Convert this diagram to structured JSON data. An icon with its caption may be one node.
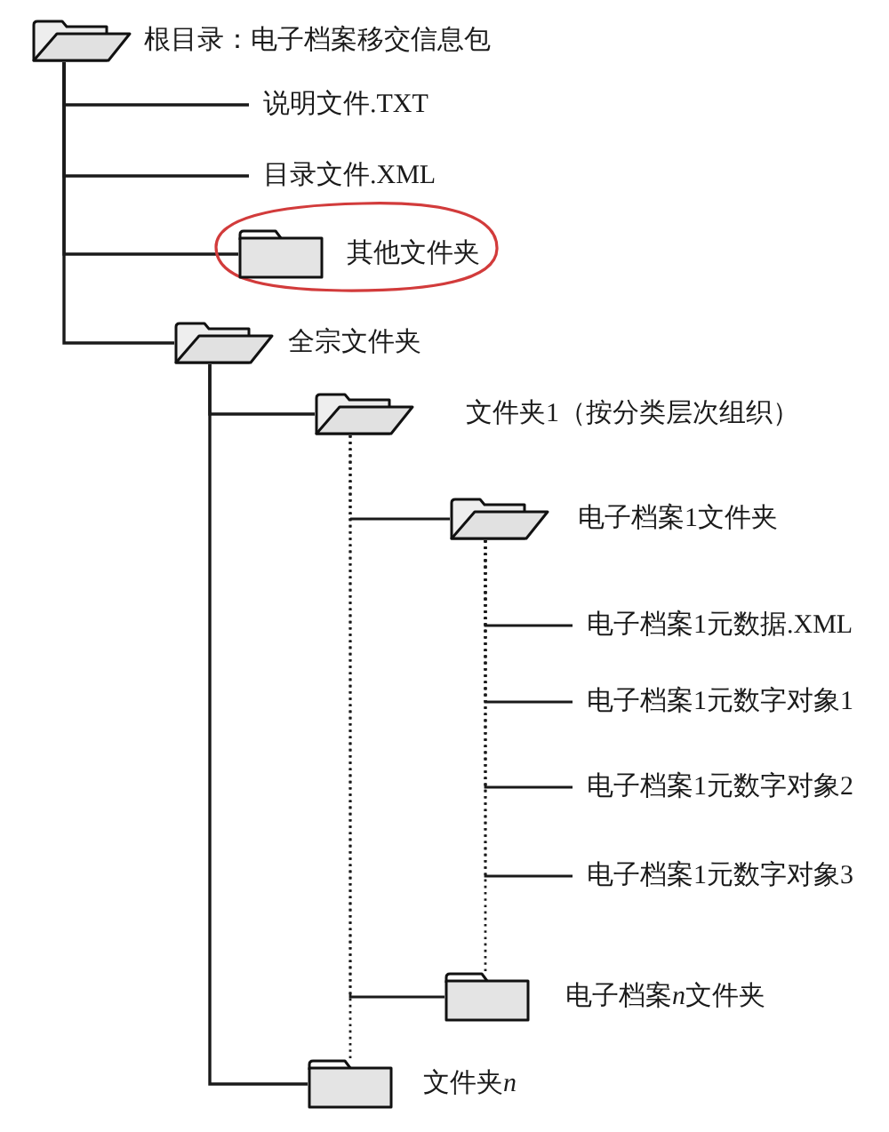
{
  "diagram": {
    "nodes": [
      {
        "text": [
          "根目录：电子档案移交信息包"
        ]
      },
      {
        "text": [
          "说明文件.TXT"
        ]
      },
      {
        "text": [
          "目录文件.XML"
        ]
      },
      {
        "text": [],
        "shape": "ellipse"
      },
      {
        "text": [
          "其他文件夹"
        ],
        "in": 3
      },
      {
        "text": [
          "全宗文件夹"
        ]
      },
      {
        "text": [
          "文件夹1（按分类层次组织）"
        ]
      },
      {
        "text": [
          "电子档案1文件夹"
        ]
      },
      {
        "text": [
          "电子档案1元数据.XML"
        ]
      },
      {
        "text": [
          "电子档案1元数字对象1"
        ]
      },
      {
        "text": [
          "电子档案1元数字对象2"
        ]
      },
      {
        "text": [
          "电子档案1元数字对象3"
        ]
      },
      {
        "text": [
          "电子档案n文件夹"
        ]
      },
      {
        "text": [
          "文件夹n"
        ]
      }
    ],
    "edges": [
      {
        "from": 0,
        "to": 1,
        "arrow": "none"
      },
      {
        "from": 0,
        "to": 2,
        "arrow": "none"
      },
      {
        "from": 0,
        "to": 4,
        "arrow": "none"
      },
      {
        "from": 0,
        "to": 5,
        "arrow": "none"
      },
      {
        "from": 5,
        "to": 6,
        "arrow": "none"
      },
      {
        "from": 5,
        "to": 13,
        "arrow": "none"
      },
      {
        "from": 6,
        "to": 7,
        "arrow": "none",
        "style": "dashed"
      },
      {
        "from": 6,
        "to": 12,
        "arrow": "none",
        "style": "dashed"
      },
      {
        "from": 6,
        "to": 13,
        "arrow": "none",
        "style": "dashed"
      },
      {
        "from": 7,
        "to": 8,
        "arrow": "none",
        "style": "dashed"
      },
      {
        "from": 7,
        "to": 9,
        "arrow": "none",
        "style": "dashed"
      },
      {
        "from": 7,
        "to": 10,
        "arrow": "none",
        "style": "dashed"
      },
      {
        "from": 7,
        "to": 11,
        "arrow": "none",
        "style": "dashed"
      },
      {
        "from": 7,
        "to": 12,
        "arrow": "none",
        "style": "dashed"
      }
    ]
  }
}
